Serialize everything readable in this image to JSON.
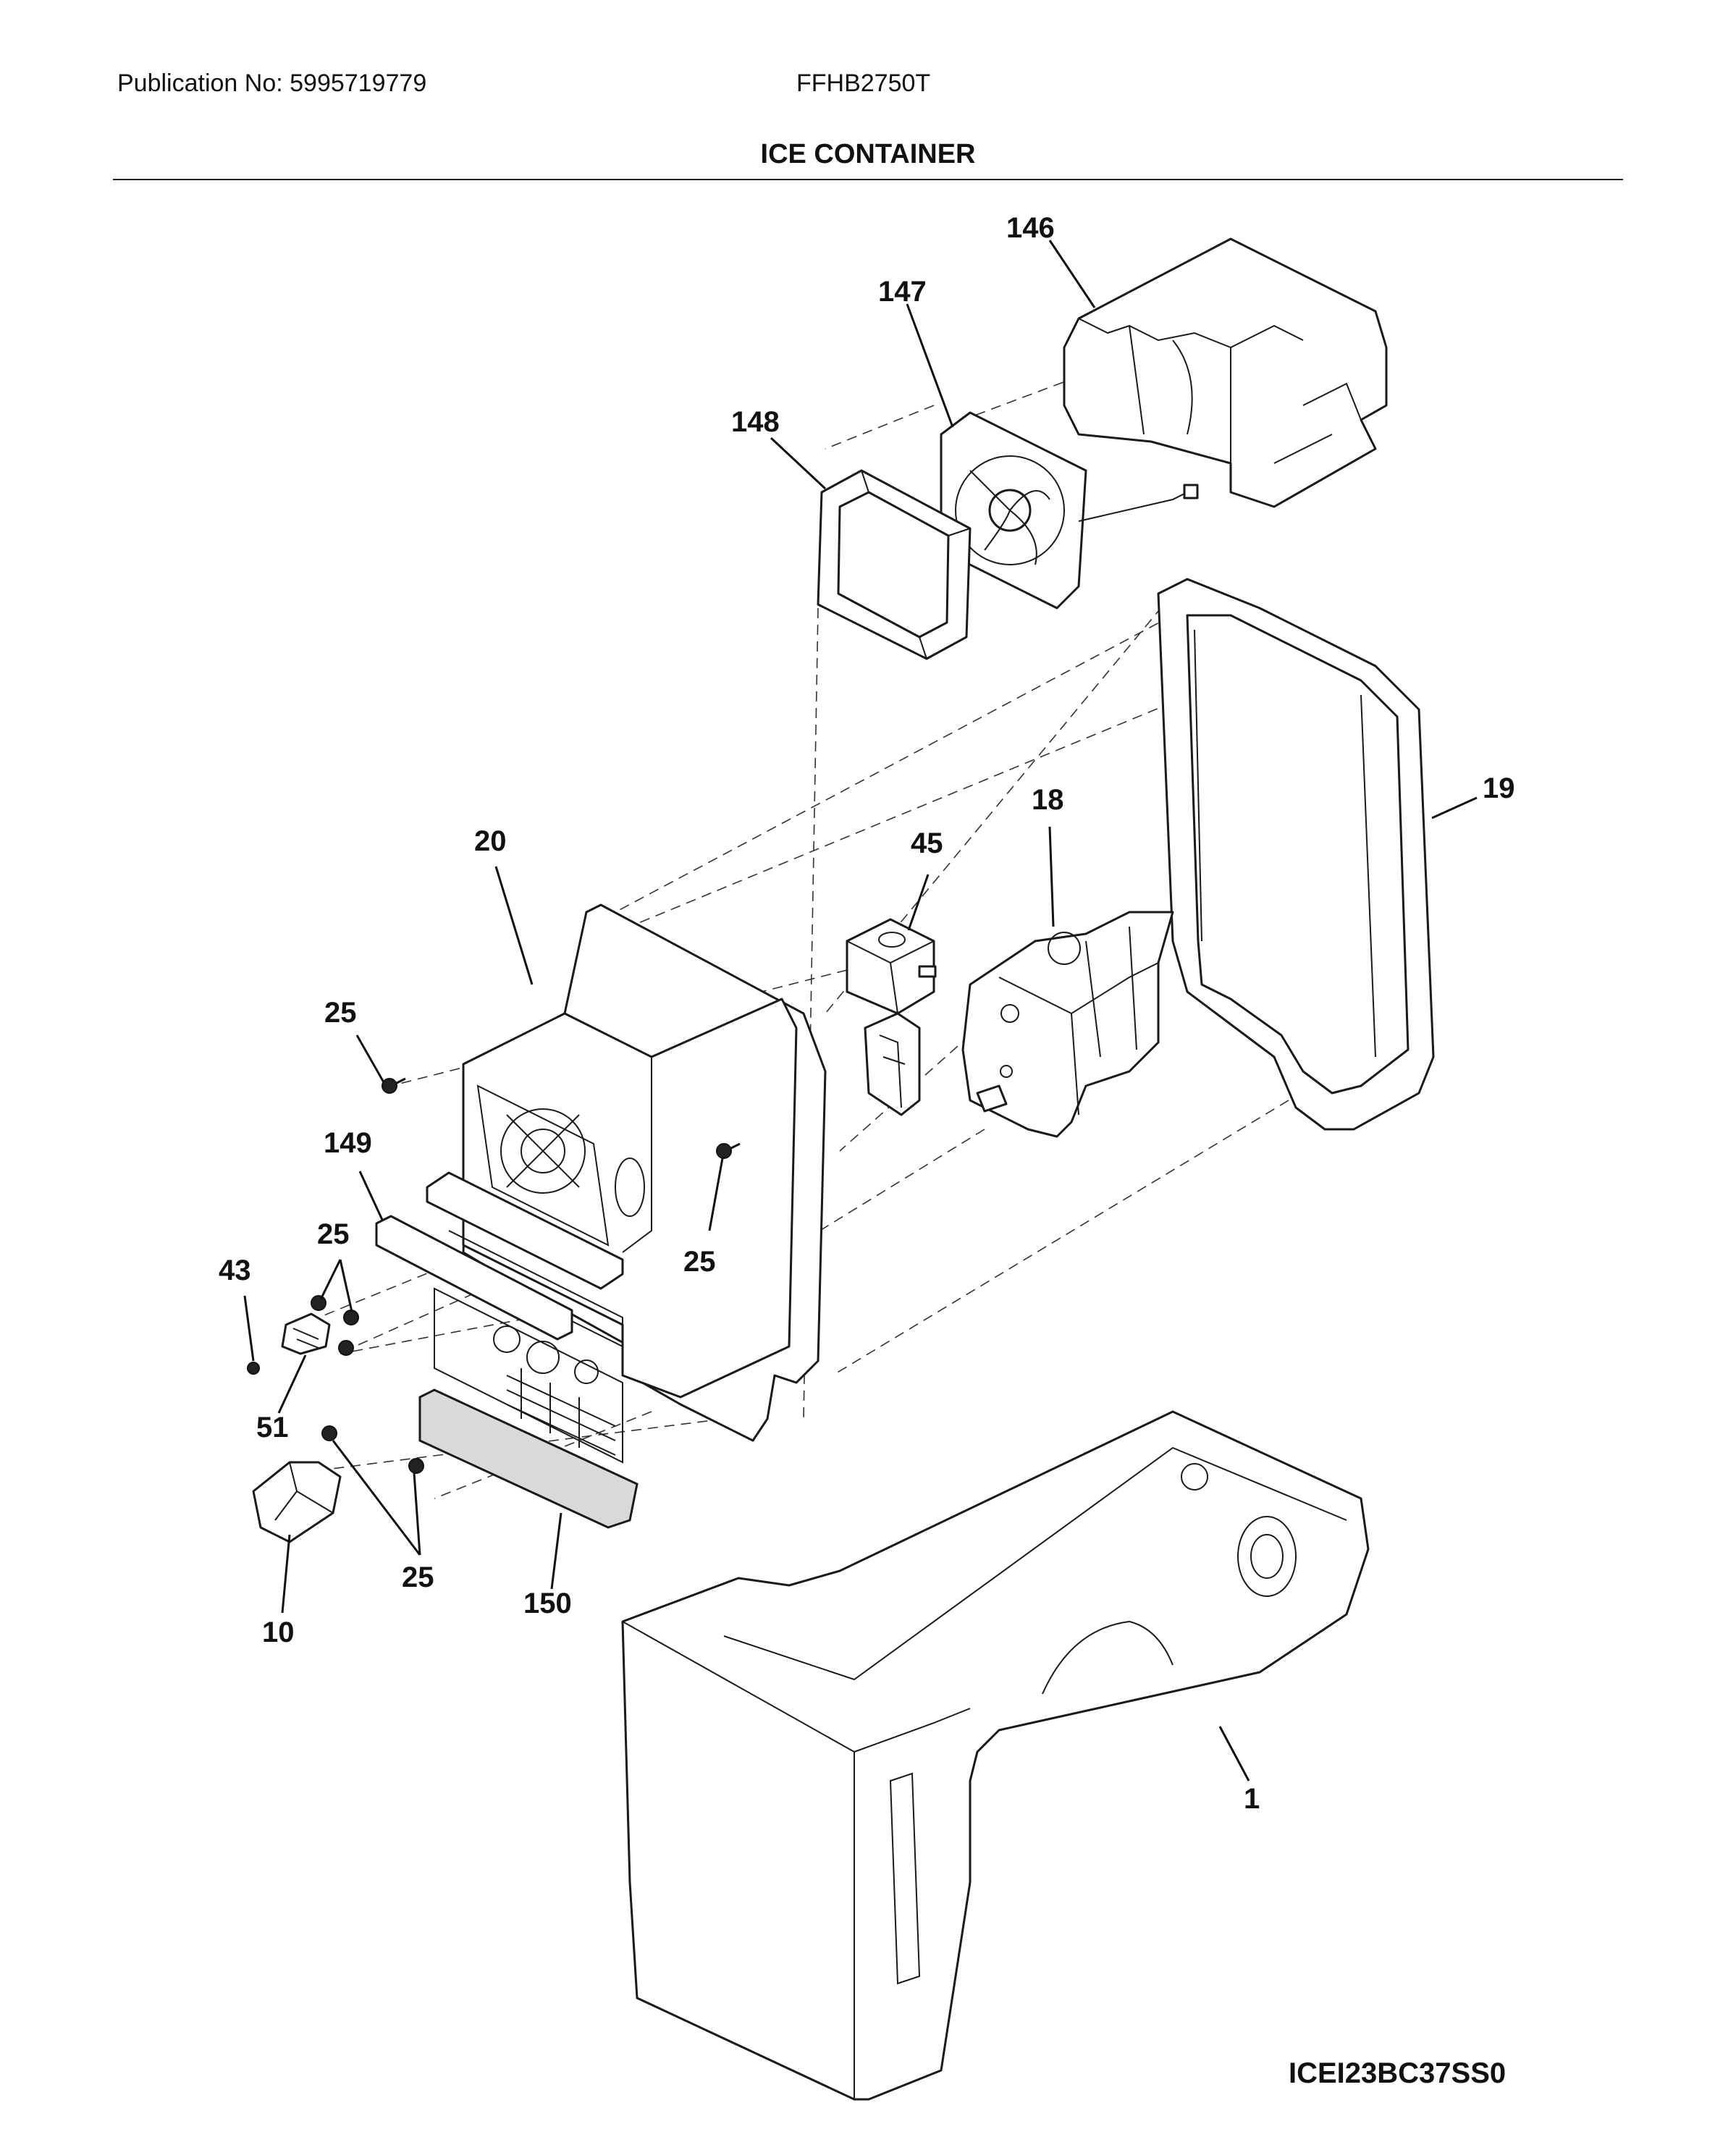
{
  "header": {
    "publication": "Publication No: 5995719779",
    "model": "FFHB2750T",
    "title": "ICE CONTAINER"
  },
  "footer": {
    "diagram_code": "ICEI23BC37SS0"
  },
  "callouts": {
    "c146": "146",
    "c147": "147",
    "c148": "148",
    "c19": "19",
    "c18": "18",
    "c45": "45",
    "c20": "20",
    "c25a": "25",
    "c25b": "25",
    "c25c": "25",
    "c25d": "25",
    "c149": "149",
    "c43": "43",
    "c51": "51",
    "c10": "10",
    "c150": "150",
    "c1": "1"
  }
}
